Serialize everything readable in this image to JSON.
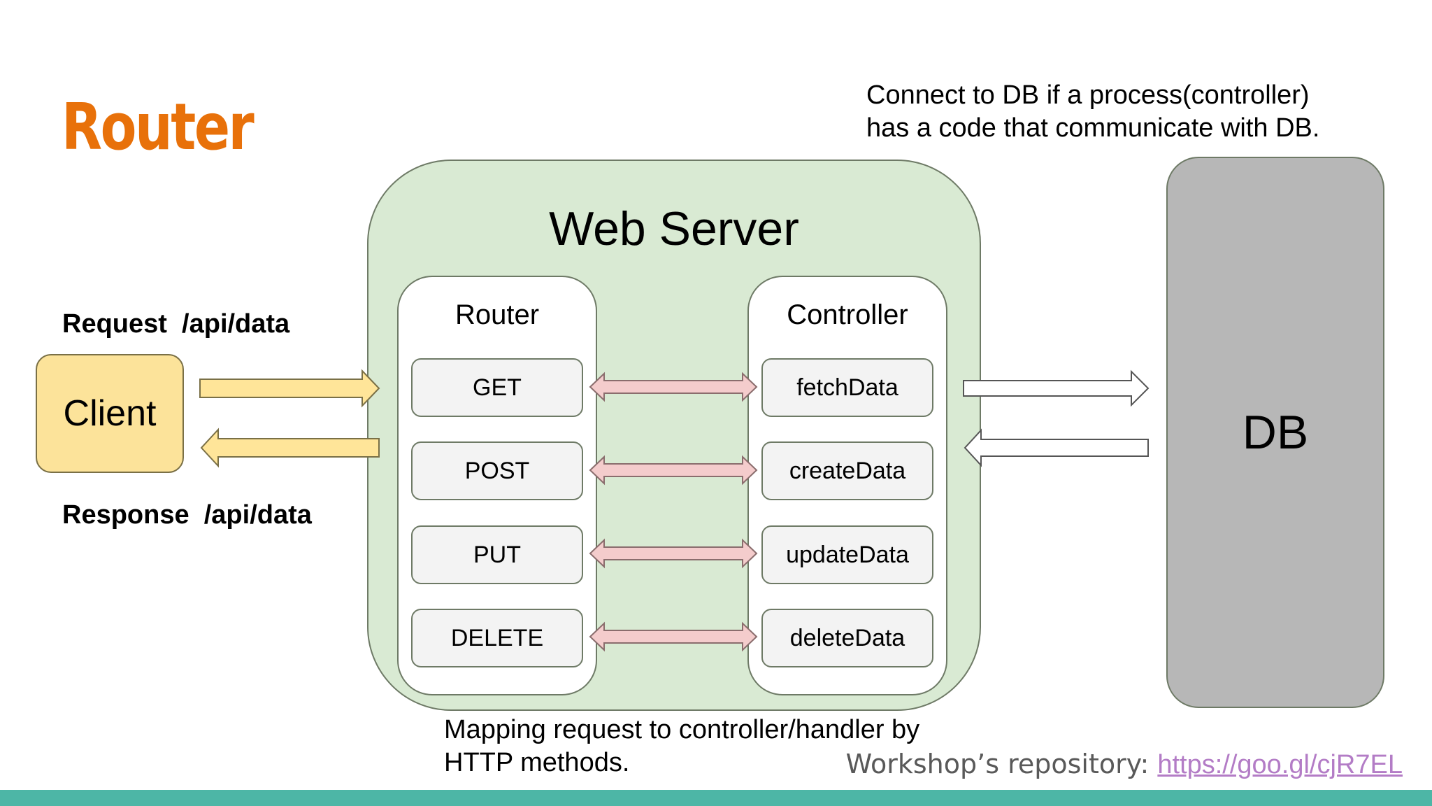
{
  "title": "Router",
  "db_note": [
    "Connect to DB if a process(controller)",
    "has a code that communicate with DB."
  ],
  "request_label": "Request  /api/data",
  "response_label": "Response  /api/data",
  "client_label": "Client",
  "web_server_label": "Web Server",
  "router_panel": {
    "title": "Router",
    "methods": [
      "GET",
      "POST",
      "PUT",
      "DELETE"
    ]
  },
  "controller_panel": {
    "title": "Controller",
    "handlers": [
      "fetchData",
      "createData",
      "updateData",
      "deleteData"
    ]
  },
  "db_label": "DB",
  "mapping_note": [
    "Mapping request to controller/handler by",
    "HTTP methods."
  ],
  "footer": {
    "repo_prefix": "Workshop’s repository: ",
    "repo_link": "https://goo.gl/cjR7EL"
  },
  "colors": {
    "title": "#e8710a",
    "client_fill": "#fce39a",
    "client_arrow": "#ffe599",
    "web_server_fill": "#d9ead3",
    "mapping_arrow": "#f4cccc",
    "db_fill": "#b7b7b7",
    "footer_bar": "#4db6a6",
    "link": "#b37cc6"
  }
}
